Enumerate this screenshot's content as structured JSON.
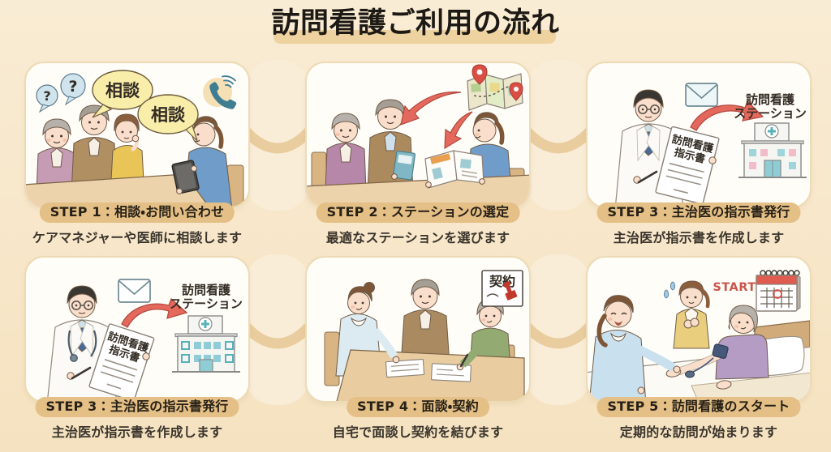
{
  "title": "訪問看護ご利用の流れ",
  "palette": {
    "background": "#f8e8cc",
    "card": "#fffdf8",
    "accent_tan": "#e4bf86",
    "title_band": "#eed2a0",
    "connector_arc": "#e9cd9e",
    "text_dark": "#1d1914",
    "arrow_red": "#e4695c",
    "start_red": "#c8453c"
  },
  "steps": [
    {
      "label": "STEP 1：相談・お問い合わせ",
      "caption": "ケアマネジャーや医師に相談します",
      "art": {
        "question_bubbles": [
          "?",
          "?"
        ],
        "speech_bubbles": [
          "相談",
          "相談"
        ]
      }
    },
    {
      "label": "STEP 2：ステーションの選定",
      "caption": "最適なステーションを選びます",
      "art": {}
    },
    {
      "label": "STEP 3：主治医の指示書発行",
      "caption": "主治医が指示書を作成します",
      "art": {
        "document_lines": [
          "訪問看護",
          "指示書"
        ],
        "station_lines": [
          "訪問看護",
          "ステーション"
        ]
      }
    },
    {
      "label": "STEP 3：主治医の指示書発行",
      "caption": "主治医が指示書を作成します",
      "art": {
        "document_lines": [
          "訪問看護",
          "指示書"
        ],
        "station_lines": [
          "訪問看護",
          "ステーション"
        ]
      }
    },
    {
      "label": "STEP 4：面談・契約",
      "caption": "自宅で面談し契約を結びます",
      "art": {
        "contract_label": "契約"
      }
    },
    {
      "label": "STEP 5：訪問看護のスタート",
      "caption": "定期的な訪問が始まります",
      "art": {
        "start_label": "START"
      }
    }
  ]
}
